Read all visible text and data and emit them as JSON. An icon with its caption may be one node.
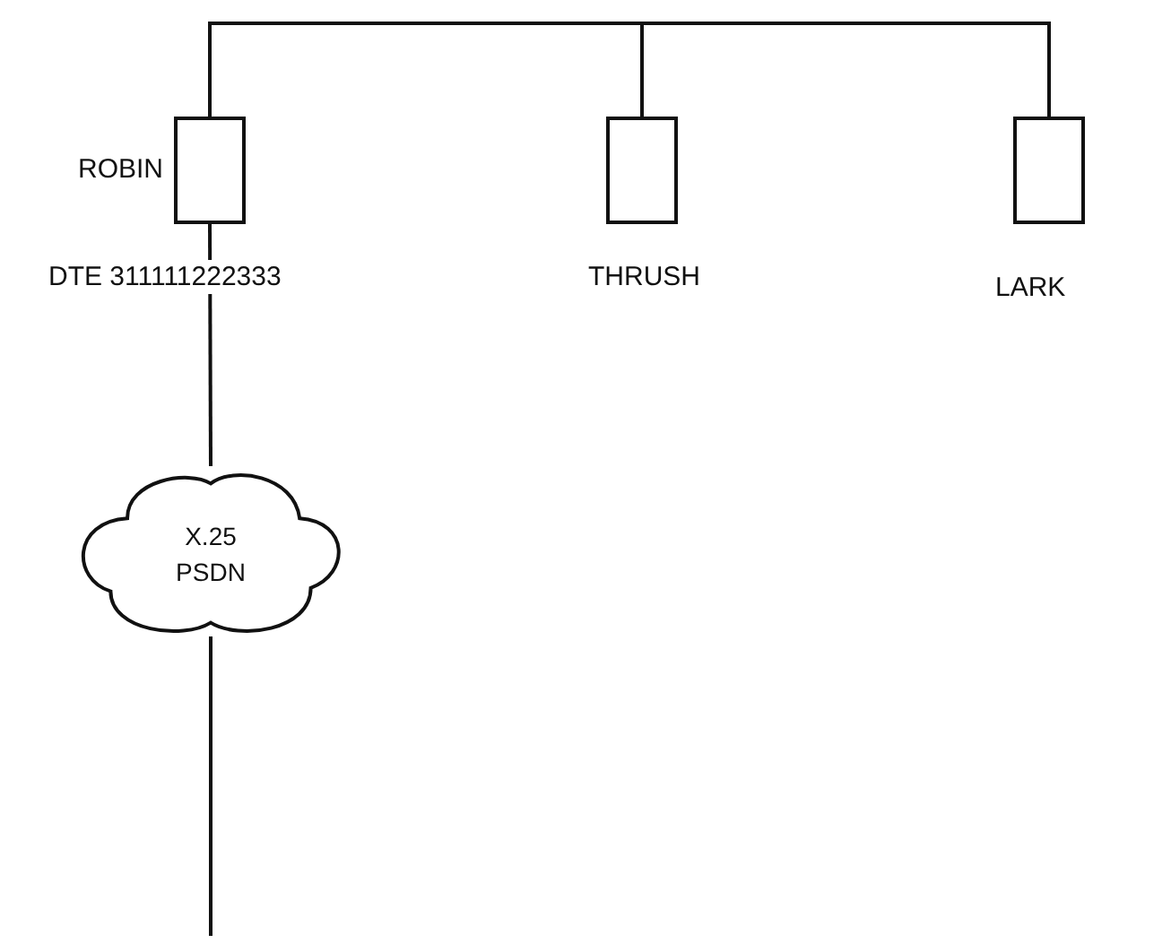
{
  "diagram": {
    "nodes": [
      {
        "text": [],
        "shape": "box",
        "beside": [
          "ROBIN",
          "DTE 311111222333"
        ]
      },
      {
        "text": [],
        "shape": "box",
        "beside": [
          "THRUSH"
        ]
      },
      {
        "text": [],
        "shape": "box",
        "beside": [
          "LARK"
        ]
      },
      {
        "text": [
          "X.25 PSDN"
        ]
      }
    ],
    "edges": [
      {
        "from": 0,
        "to": 1,
        "arrow": "none"
      },
      {
        "from": 0,
        "to": 2,
        "arrow": "none"
      },
      {
        "from": 0,
        "to": 3,
        "arrow": "none"
      },
      {
        "from": 3,
        "to": null,
        "arrow": "none"
      }
    ]
  }
}
